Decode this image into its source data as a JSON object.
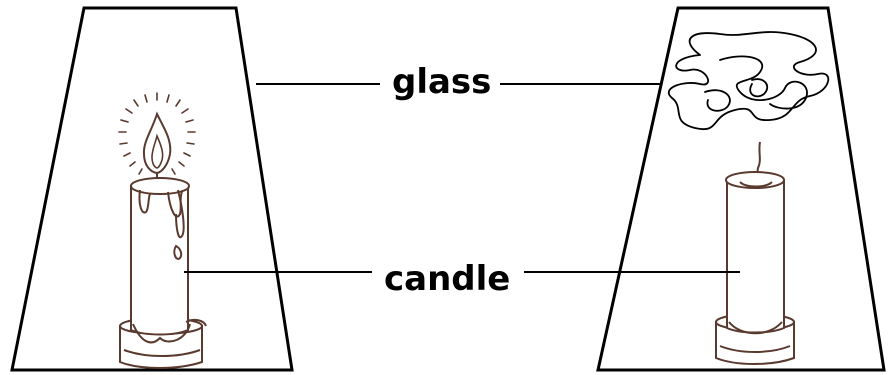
{
  "labels": {
    "glass": "glass",
    "candle": "candle"
  },
  "scenes": [
    {
      "name": "lit-candle-under-glass",
      "flame": true,
      "smoke": false
    },
    {
      "name": "extinguished-candle-under-glass",
      "flame": false,
      "smoke": true
    }
  ],
  "colors": {
    "outline": "#000000",
    "candle_ink": "#5a3a2e",
    "background": "#ffffff"
  }
}
